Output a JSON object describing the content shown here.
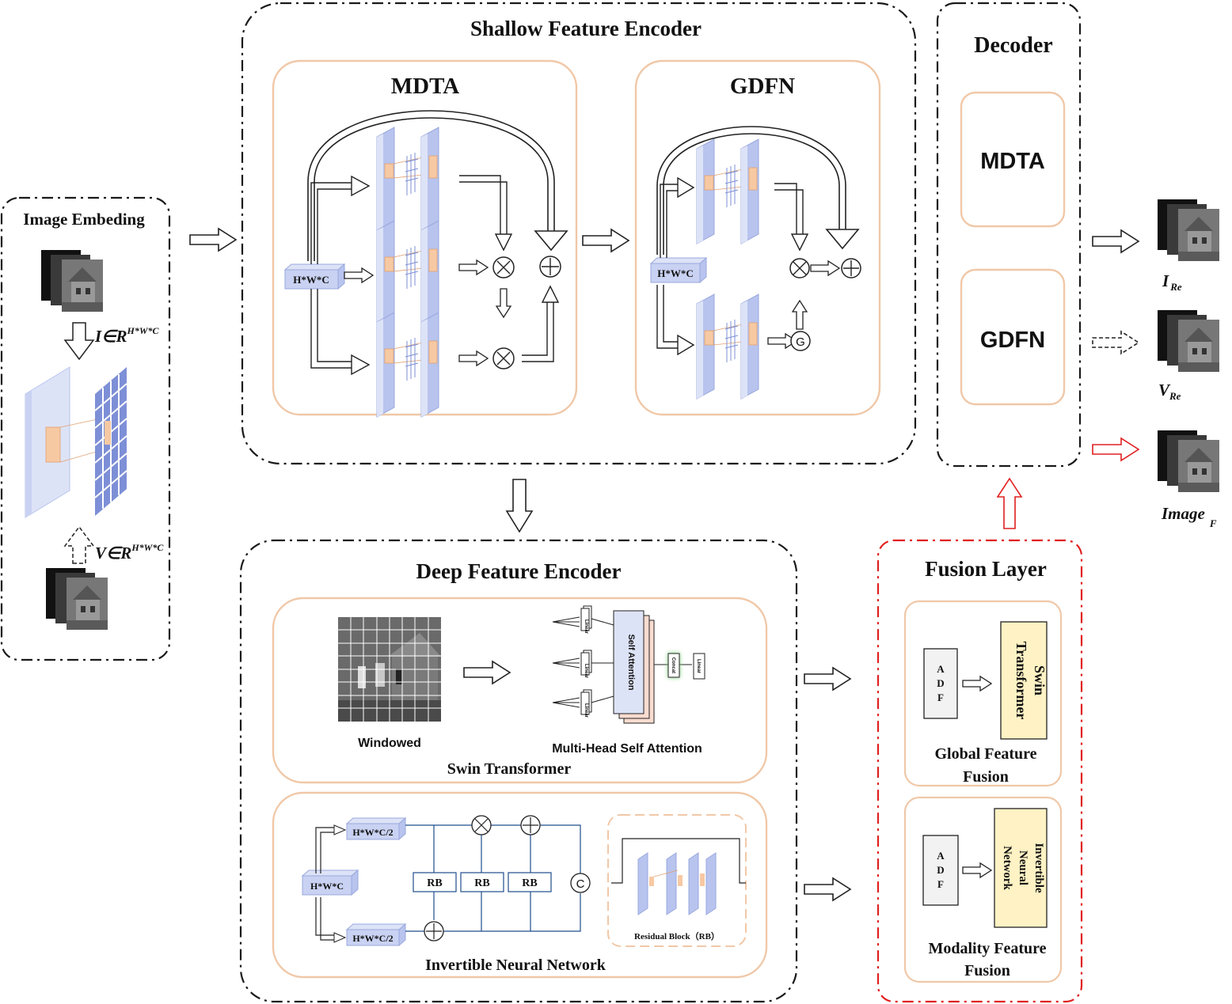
{
  "shallow": {
    "title": "Shallow Feature Encoder",
    "mdta": "MDTA",
    "gdfn": "GDFN",
    "hwc": "H*W*C",
    "gate": "G"
  },
  "decoder": {
    "title": "Decoder",
    "mdta": "MDTA",
    "gdfn": "GDFN"
  },
  "embedding": {
    "title": "Image Embeding",
    "i_letter": "I",
    "i_space": "∈R",
    "i_sup": "H*W*C",
    "v_letter": "V",
    "v_space": "∈R",
    "v_sup": "H*W*C"
  },
  "outputs": {
    "ire": "I",
    "ire_sub": "Re",
    "vre": "V",
    "vre_sub": "Re",
    "img": "Image",
    "img_sub": "F"
  },
  "deep": {
    "title": "Deep Feature Encoder",
    "windowed": "Windowed",
    "mhsa": "Multi-Head Self Attention",
    "swin": "Swin Transformer",
    "self_attention": "Self Attention",
    "linear": "Linear",
    "concat": "Concat",
    "inn": "Invertible Neural Network",
    "hwc": "H*W*C",
    "hwc2": "H*W*C/2",
    "rb": "RB",
    "concat_sym": "C",
    "residual": "Residual Block（RB）"
  },
  "fusion": {
    "title": "Fusion Layer",
    "adf": [
      "A",
      "D",
      "F"
    ],
    "swin_transformer": [
      "Swin",
      "Transformer"
    ],
    "global": [
      "Global Feature",
      "Fusion"
    ],
    "inn": [
      "Invertible",
      "Neural",
      "Network"
    ],
    "modality": [
      "Modality Feature",
      "Fusion"
    ]
  },
  "colors": {
    "frame": "#1a1a1a",
    "block_border": "#f0c8a8",
    "block_fill": "#ffffff",
    "fusion_border": "#e02020",
    "plane": "#b8c4ee",
    "plane_side": "#dde3f7",
    "window": "#f7c9a3",
    "yellow": "#fff2c4"
  }
}
